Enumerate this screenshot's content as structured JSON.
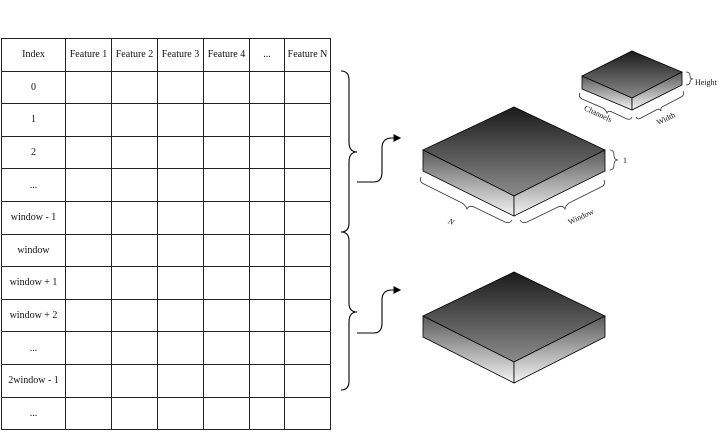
{
  "table": {
    "header": [
      "Index",
      "Feature 1",
      "Feature 2",
      "Feature 3",
      "Feature 4",
      "...",
      "Feature N"
    ],
    "index_rows": [
      "0",
      "1",
      "2",
      "...",
      "window  - 1",
      "window",
      "window + 1",
      "window + 2",
      "...",
      "2window - 1",
      "..."
    ]
  },
  "small_block": {
    "height_label": "Height",
    "channels_label": "Channels",
    "width_label": "Width"
  },
  "large_block": {
    "depth_label": "1",
    "n_label": "N",
    "window_label": "Window"
  }
}
